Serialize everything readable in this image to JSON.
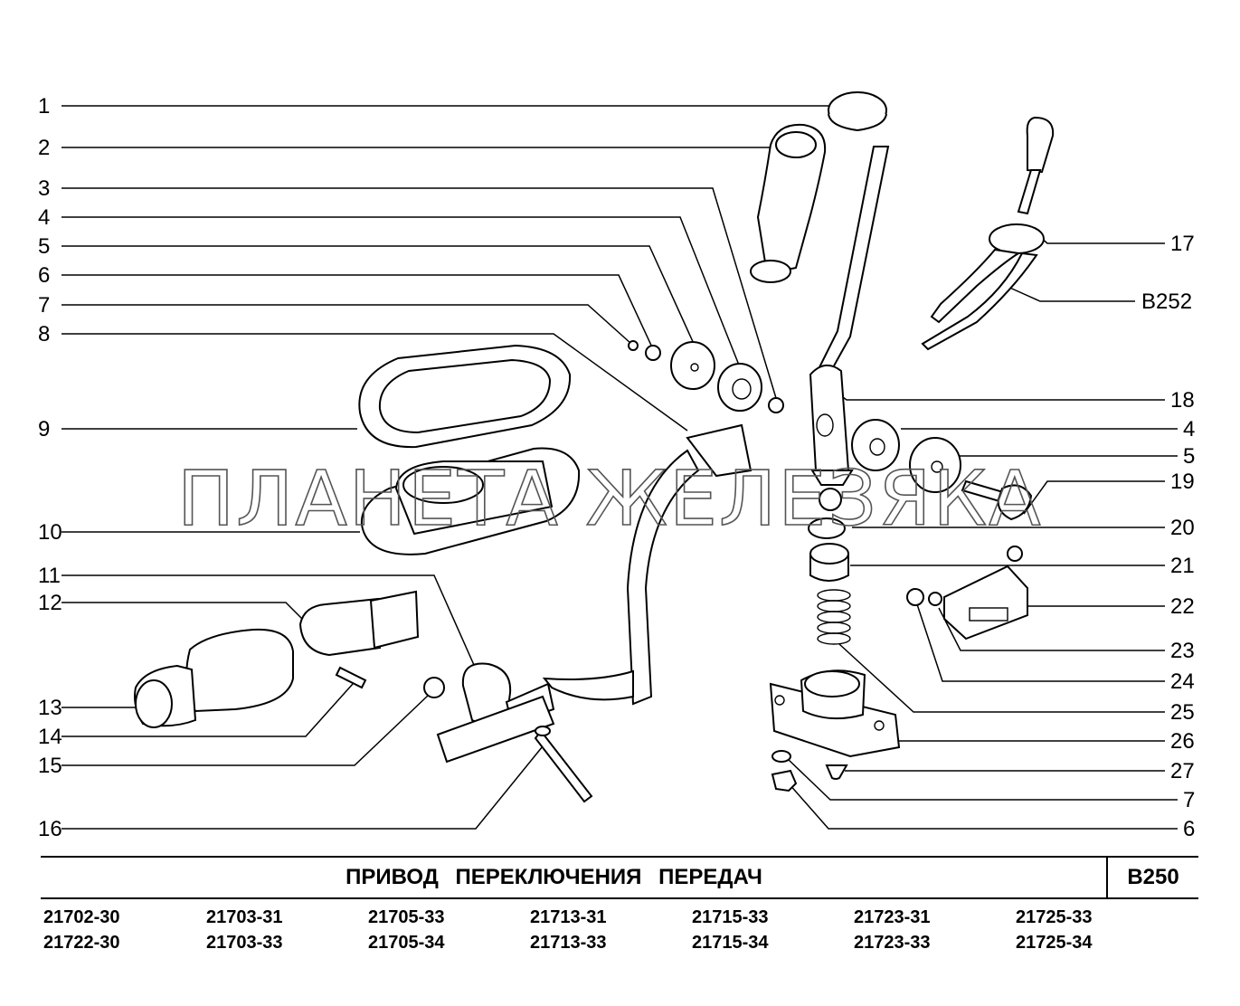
{
  "watermark": "ПЛАНЕТА ЖЕЛЕЗЯКА",
  "callouts_left": [
    "1",
    "2",
    "3",
    "4",
    "5",
    "6",
    "7",
    "8",
    "9",
    "10",
    "11",
    "12",
    "13",
    "14",
    "15",
    "16"
  ],
  "callouts_right": [
    "17",
    "B252",
    "18",
    "4",
    "5",
    "19",
    "20",
    "21",
    "22",
    "23",
    "24",
    "25",
    "26",
    "27",
    "7",
    "6"
  ],
  "title": "ПРИВОД ПЕРЕКЛЮЧЕНИЯ ПЕРЕДАЧ",
  "diagram_code": "B250",
  "models": [
    [
      "21702-30",
      "21722-30"
    ],
    [
      "21703-31",
      "21703-33"
    ],
    [
      "21705-33",
      "21705-34"
    ],
    [
      "21713-31",
      "21713-33"
    ],
    [
      "21715-33",
      "21715-34"
    ],
    [
      "21723-31",
      "21723-33"
    ],
    [
      "21725-33",
      "21725-34"
    ]
  ]
}
